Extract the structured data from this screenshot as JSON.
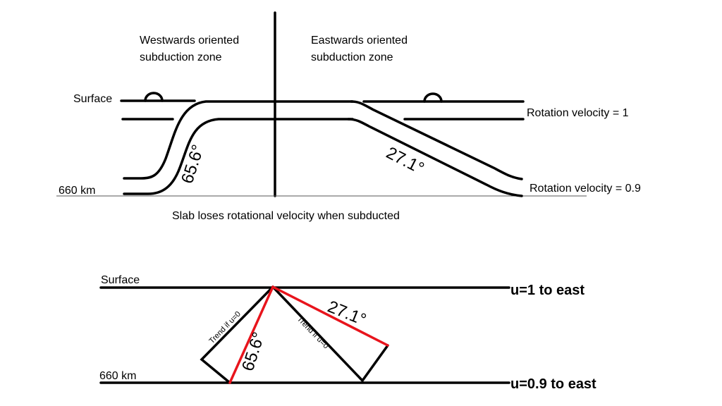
{
  "top_diagram": {
    "west_title_line1": "Westwards oriented",
    "west_title_line2": "subduction zone",
    "east_title_line1": "Eastwards oriented",
    "east_title_line2": "subduction zone",
    "surface_label": "Surface",
    "depth_label": "660 km",
    "west_angle": "65.6°",
    "east_angle": "27.1°",
    "rotation_top": "Rotation velocity = 1",
    "rotation_bottom": "Rotation velocity = 0.9",
    "caption": "Slab loses rotational velocity when subducted"
  },
  "bottom_diagram": {
    "surface_label": "Surface",
    "depth_label": "660 km",
    "u_top": "u=1 to east",
    "u_bottom": "u=0.9 to east",
    "trend_left": "Trend if u=0",
    "trend_right": "Trend if u=0",
    "west_angle": "65.6°",
    "east_angle": "27.1°",
    "line_color": "#000000",
    "corrected_color": "#e8141c"
  }
}
